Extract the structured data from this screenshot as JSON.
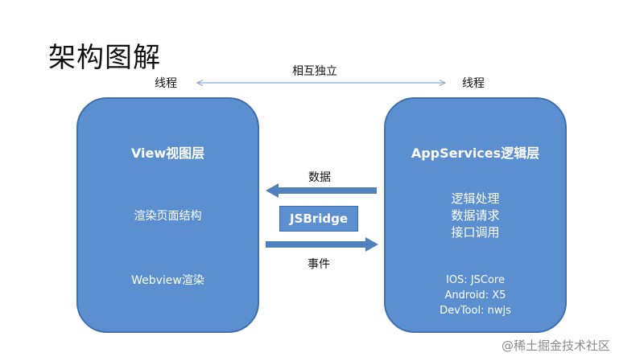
{
  "title": "架构图解",
  "threads": {
    "left_label": "线程",
    "right_label": "线程",
    "relation_label": "相互独立"
  },
  "view_box": {
    "title": "View视图层",
    "items": [
      "渲染页面结构",
      "Webview渲染"
    ]
  },
  "app_box": {
    "title": "AppServices逻辑层",
    "functions": [
      "逻辑处理",
      "数据请求",
      "接口调用"
    ],
    "platforms": [
      "IOS: JSCore",
      "Android: X5",
      "DevTool: nwjs"
    ]
  },
  "bridge": {
    "label": "JSBridge",
    "data_label": "数据",
    "event_label": "事件"
  },
  "watermark": "@稀土掘金技术社区",
  "colors": {
    "box_fill": "#5b8fd0",
    "box_border": "#3e6fae",
    "arrow": "#4f81bd",
    "thread_arrow": "#8aa9d6"
  }
}
